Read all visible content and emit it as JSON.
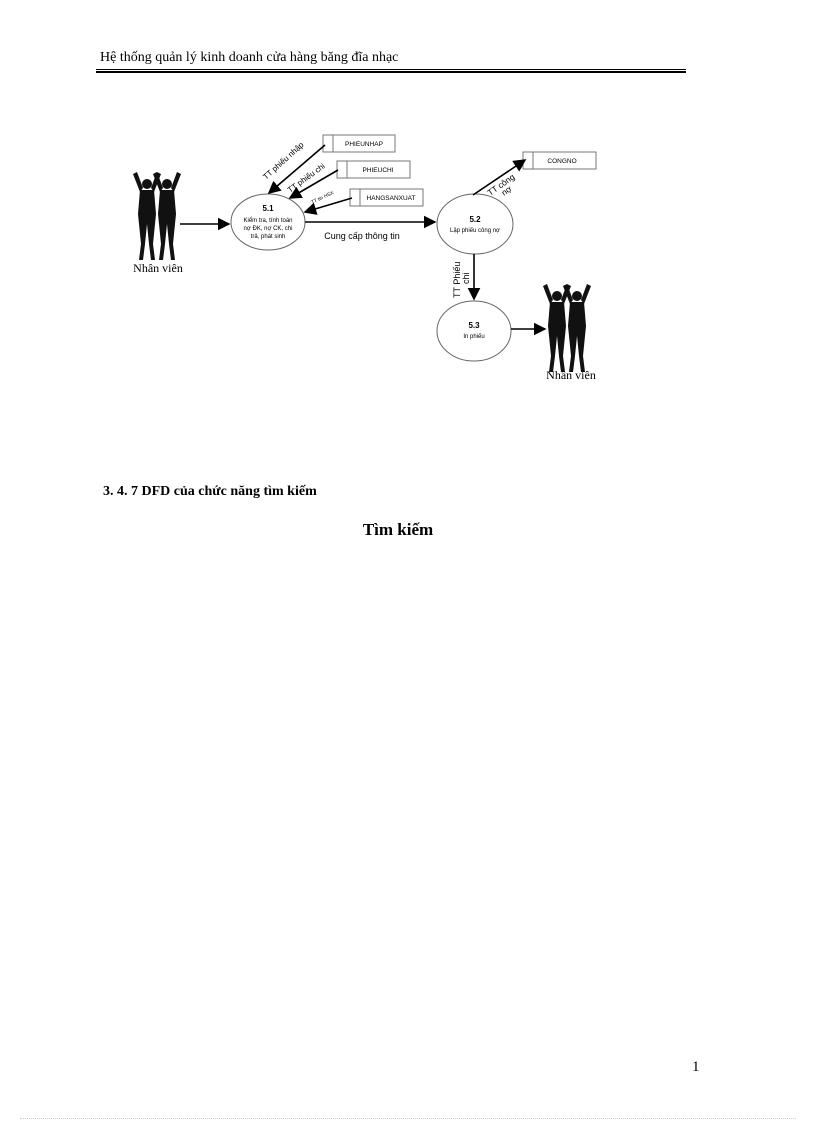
{
  "header": {
    "title": "Hệ thống  quản lý kinh  doanh cửa hàng băng đĩa nhạc"
  },
  "diagram": {
    "actors": [
      {
        "label": "Nhân viên"
      },
      {
        "label": "Nhân viên"
      }
    ],
    "processes": [
      {
        "id": "5.1",
        "lines": [
          "Kiểm tra, tính toán",
          "nợ ĐK, nợ CK, chi",
          "trả, phát sinh"
        ]
      },
      {
        "id": "5.2",
        "lines": [
          "Lập phiếu công nợ"
        ]
      },
      {
        "id": "5.3",
        "lines": [
          "In phiếu"
        ]
      }
    ],
    "stores": [
      "PHIEUNHAP",
      "PHIEUCHI",
      "HANGSANXUAT",
      "CONGNO"
    ],
    "flows": {
      "phieu_nhap": "TT phiếu nhập",
      "phieu_chi": "TT phiếu chi",
      "tin_hsx": "TT tin HSX",
      "cung_cap": "Cung cấp thông tin",
      "cong_no": [
        "TT công",
        "nợ"
      ],
      "phieu_chi_2": [
        "TT Phiếu",
        "chi"
      ]
    }
  },
  "section": {
    "heading": "3. 4. 7 DFD của chức năng tìm kiếm",
    "title": "Tìm kiếm"
  },
  "page_number": "1"
}
